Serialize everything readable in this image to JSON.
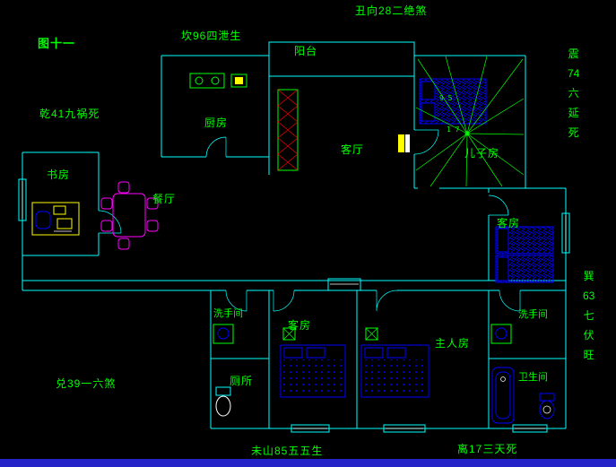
{
  "figure_label": "图十一",
  "fengshui": {
    "chou": "丑向28二绝煞",
    "kan": "坎96四泄生",
    "qian": "乾41九祸死",
    "zhen": "震\n74\n六\n延\n死",
    "xun": "巽\n63\n七\n伏\n旺",
    "dui": "兑39一六煞",
    "wei": "未山85五五生",
    "li": "离17三天死"
  },
  "rooms": {
    "balcony": "阳台",
    "kitchen": "厨房",
    "living_room": "客厅",
    "son_room": "儿子房",
    "study": "书房",
    "dining_room": "餐厅",
    "guest_room_east": "客房",
    "washroom_west": "洗手间",
    "guest_room_south": "客房",
    "master_room": "主人房",
    "toilet_west": "厕所",
    "washroom_east": "洗手间",
    "bathroom_east": "卫生间"
  },
  "compass": {
    "m1": "9 5",
    "m2": "1 7"
  },
  "colors": {
    "background": "#000000",
    "wall": "#00ffff",
    "label": "#00ff00",
    "symbol_green": "#00ff00",
    "furniture_blue": "#0000ff",
    "dining_magenta": "#ff00ff",
    "desk_yellow": "#ffff00",
    "accent_red": "#ff0000",
    "scrollbar_blue": "#2424c8"
  }
}
